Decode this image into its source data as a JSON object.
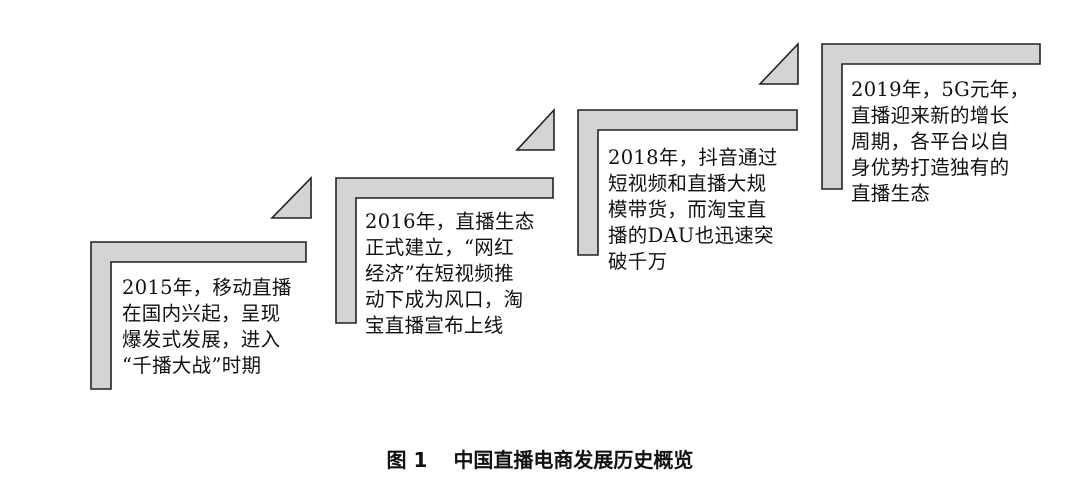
{
  "steps": [
    {
      "id": "2015",
      "lines": [
        "2015年，移动直播",
        "在国内兴起，呈现",
        "爆发式发展，进入",
        "“千播大战”时期"
      ]
    },
    {
      "id": "2016",
      "lines": [
        "2016年，直播生态",
        "正式建立，“网红",
        "经济”在短视频推",
        "动下成为风口，淘",
        "宝直播宣布上线"
      ]
    },
    {
      "id": "2018",
      "lines": [
        "2018年，抖音通过",
        "短视频和直播大规",
        "模带货，而淘宝直",
        "播的DAU也迅速突",
        "破千万"
      ]
    },
    {
      "id": "2019",
      "lines": [
        "2019年，5G元年，",
        "直播迎来新的增长",
        "周期，各平台以自",
        "身优势打造独有的",
        "直播生态"
      ]
    }
  ],
  "caption": {
    "number": "图 1",
    "title": "中国直播电商发展历史概览"
  },
  "colors": {
    "fill": "#d4d4d4",
    "stroke": "#222222"
  }
}
